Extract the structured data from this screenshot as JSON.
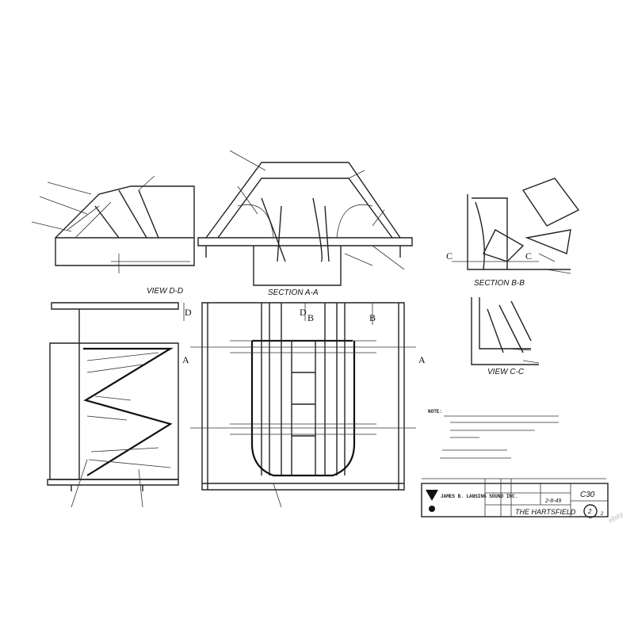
{
  "drawing": {
    "views": {
      "view_dd": "VIEW D-D",
      "section_aa": "SECTION A-A",
      "section_bb": "SECTION B-B",
      "view_cc": "VIEW C-C"
    },
    "section_markers": {
      "a": "A",
      "b": "B",
      "c": "C",
      "d": "D"
    },
    "notes_heading": "NOTE:",
    "title_block": {
      "company": "JAMES B. LANSING SOUND INC.",
      "title": "THE HARTSFIELD",
      "model_number": "C30",
      "date": "2-8-49",
      "sheet": "2",
      "of": "2"
    },
    "watermark": "ebay"
  }
}
